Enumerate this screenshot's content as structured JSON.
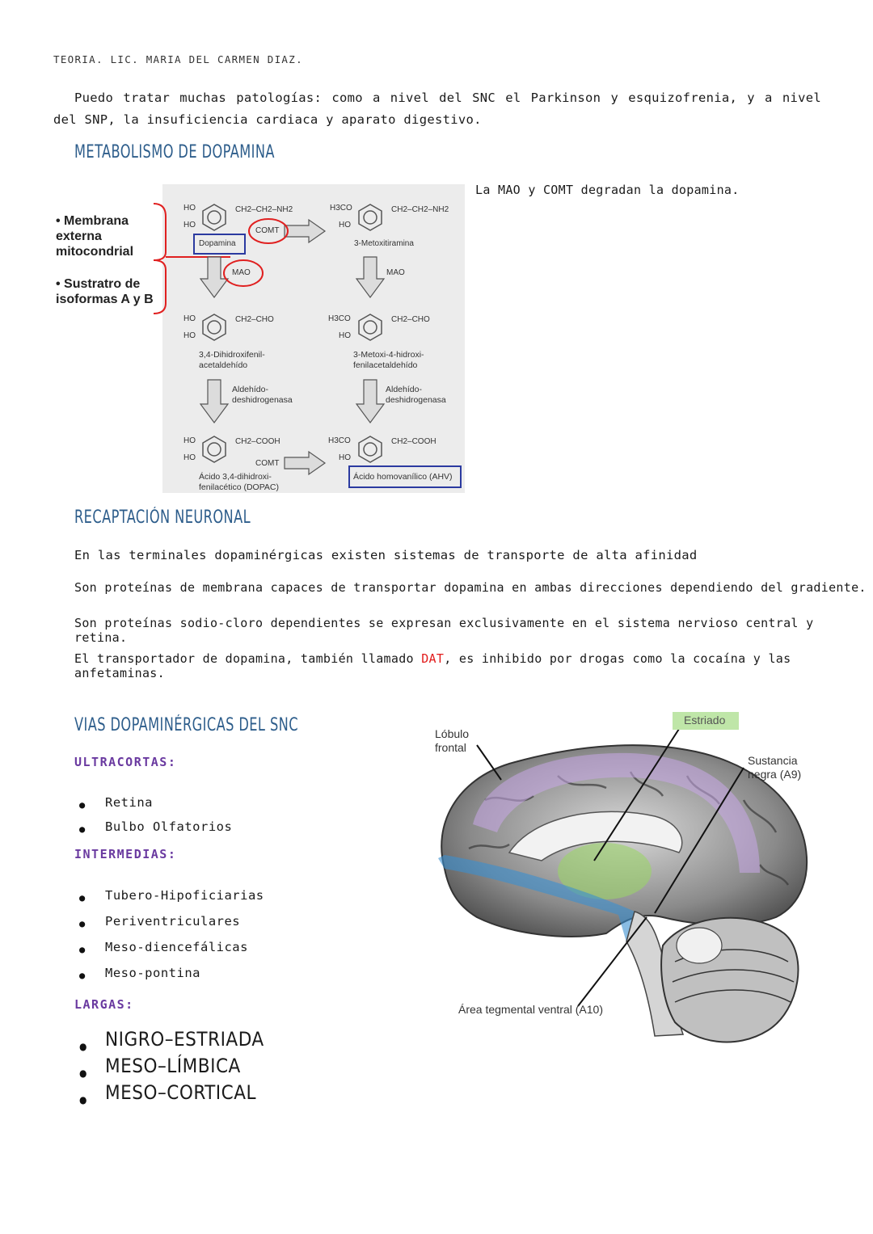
{
  "header": "TEORIA. LIC. MARIA DEL CARMEN DIAZ.",
  "intro": "Puedo tratar muchas patologías: como a nivel del SNC el Parkinson y esquizofrenia, y a nivel del SNP, la insuficiencia cardiaca y aparato digestivo.",
  "metabolism": {
    "title": "METABOLISMO DE DOPAMINA",
    "note": "La MAO y COMT degradan la dopamina.",
    "side_labels": [
      "• Membrana externa mitocondrial",
      "• Sustratro de isoformas A y B"
    ],
    "diagram": {
      "dopamina_formula": "CH2–CH2–NH2",
      "dopamina": "Dopamina",
      "comt": "COMT",
      "mao": "MAO",
      "metoxitiramina_formula": "CH2–CH2–NH2",
      "metoxitiramina": "3-Metoxitiramina",
      "aldehyde1_formula": "CH2–CHO",
      "aldehyde1": "3,4-Dihidroxifenil-\nacetaldehído",
      "aldehyde2_formula": "CH2–CHO",
      "aldehyde2": "3-Metoxi-4-hidroxi-\nfenilacetaldehído",
      "dehydrogenase": "Aldehído-\ndeshidrogenasa",
      "acid1_formula": "CH2–COOH",
      "acid1": "Ácido 3,4-dihidroxi-\nfenilacético (DOPAC)",
      "acid2_formula": "CH2–COOH",
      "acid2": "Ácido homovanílico (AHV)",
      "ho": "HO",
      "h3co": "H3CO"
    }
  },
  "reuptake": {
    "title": "RECAPTACIÓN NEURONAL",
    "p1": "En las terminales dopaminérgicas existen sistemas de transporte de alta afinidad",
    "p2": "Son proteínas de membrana capaces de transportar dopamina en ambas direcciones dependiendo del gradiente.",
    "p3": "Son proteínas sodio-cloro dependientes se expresan exclusivamente en el sistema nervioso central y retina.",
    "p4_pre": "El transportador de dopamina, también llamado ",
    "p4_dat": "DAT",
    "p4_post": ", es inhibido por drogas como la cocaína y las anfetaminas."
  },
  "pathways": {
    "title": "VIAS DOPAMINÉRGICAS DEL SNC",
    "ultracortas_label": "ULTRACORTAS:",
    "ultracortas": [
      "Retina",
      "Bulbo Olfatorios"
    ],
    "intermedias_label": "INTERMEDIAS:",
    "intermedias": [
      "Tubero-Hipoficiarias",
      "Periventriculares",
      "Meso-diencefálicas",
      "Meso-pontina"
    ],
    "largas_label": "LARGAS:",
    "largas": [
      "NIGRO–ESTRIADA",
      "MESO–LÍMBICA",
      "MESO–CORTICAL"
    ]
  },
  "brain": {
    "estriado": "Estriado",
    "lobulo": "Lóbulo\nfrontal",
    "sustancia": "Sustancia\nnegra (A9)",
    "area": "Área tegmental ventral (A10)"
  },
  "colors": {
    "title_blue": "#2d5d8b",
    "purple": "#6a3aa0",
    "red": "#e21b1b"
  }
}
